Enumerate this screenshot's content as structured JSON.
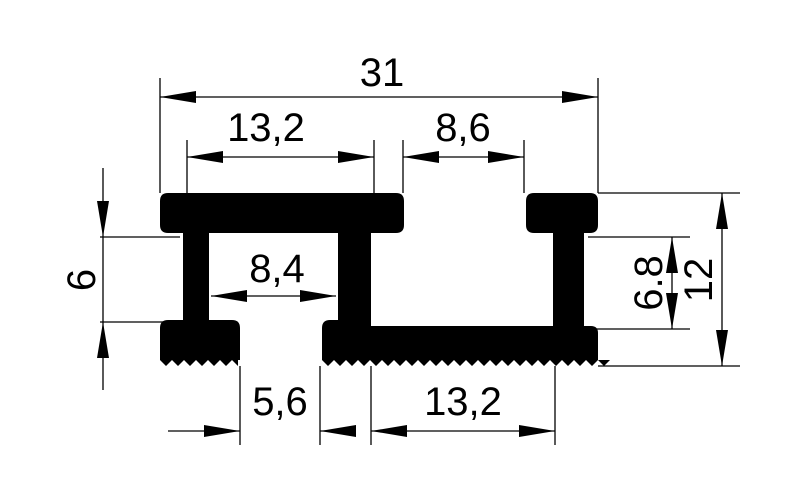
{
  "dimensions": {
    "overall_width": "31",
    "left_top_opening": "13,2",
    "right_top_opening": "8,6",
    "inner_slot_width": "8,4",
    "left_height": "6",
    "right_inner_height": "6.8",
    "overall_height": "12",
    "bottom_gap": "5,6",
    "bottom_right_width": "13,2"
  },
  "colors": {
    "profile": "#000000",
    "lines": "#000000",
    "background": "#ffffff"
  }
}
